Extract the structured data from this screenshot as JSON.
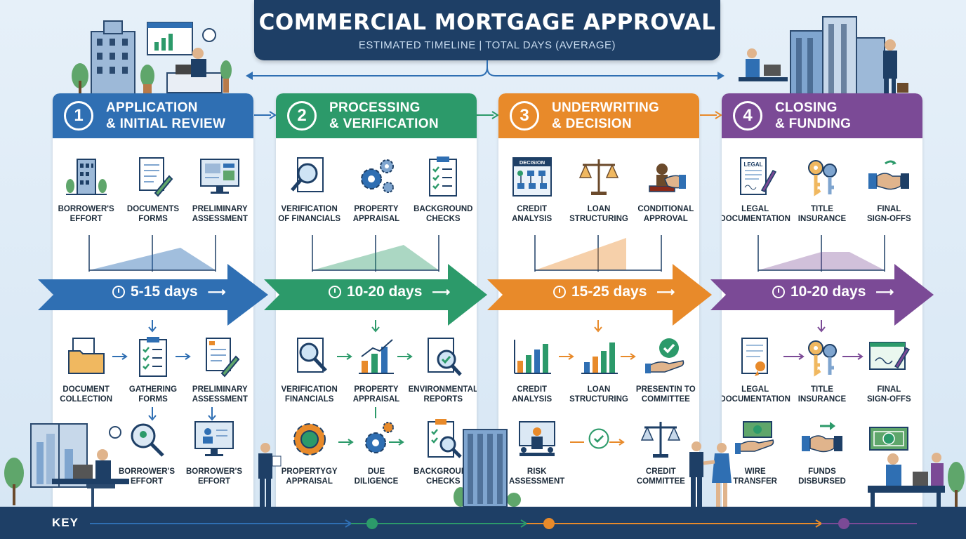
{
  "header": {
    "title": "COMMERCIAL MORTGAGE APPROVAL",
    "subtitle": "ESTIMATED TIMELINE | TOTAL DAYS (AVERAGE)"
  },
  "colors": {
    "phase1": "#2f6fb3",
    "phase2": "#2c9a6a",
    "phase3": "#e88a2a",
    "phase4": "#7b4a96",
    "navy": "#1e3f66"
  },
  "phases": [
    {
      "number": "1",
      "name_line1": "APPLICATION",
      "name_line2": "& INITIAL REVIEW",
      "duration": "5-15 days",
      "top_items": [
        {
          "line1": "BORROWER'S",
          "line2": "EFFORT",
          "icon": "building-icon"
        },
        {
          "line1": "DOCUMENTS",
          "line2": "FORMS",
          "icon": "document-pen-icon"
        },
        {
          "line1": "PRELIMINARY",
          "line2": "ASSESSMENT",
          "icon": "monitor-chart-icon"
        }
      ],
      "mid_items": [
        {
          "line1": "DOCUMENT",
          "line2": "COLLECTION",
          "icon": "folder-icon"
        },
        {
          "line1": "GATHERING",
          "line2": "FORMS",
          "icon": "clipboard-check-icon"
        },
        {
          "line1": "PRELIMINARY",
          "line2": "ASSESSMENT",
          "icon": "document-pen-icon"
        }
      ],
      "bot_items": [
        {
          "line1": "BORROWER'S",
          "line2": "EFFORT",
          "icon": "magnifier-icon"
        },
        {
          "line1": "BORROWER'S",
          "line2": "EFFORT",
          "icon": "monitor-profile-icon"
        }
      ]
    },
    {
      "number": "2",
      "name_line1": "PROCESSING",
      "name_line2": "& VERIFICATION",
      "duration": "10-20 days",
      "top_items": [
        {
          "line1": "VERIFICATION",
          "line2": "OF FINANCIALS",
          "icon": "magnifier-document-icon"
        },
        {
          "line1": "PROPERTY",
          "line2": "APPRAISAL",
          "icon": "gears-icon"
        },
        {
          "line1": "BACKGROUND",
          "line2": "CHECKS",
          "icon": "clipboard-check-icon"
        }
      ],
      "mid_items": [
        {
          "line1": "VERIFICATION",
          "line2": "FINANCIALS",
          "icon": "magnifier-document-icon"
        },
        {
          "line1": "PROPERTY",
          "line2": "APPRAISAL",
          "icon": "bar-chart-icon"
        },
        {
          "line1": "ENVIRONMENTAL",
          "line2": "REPORTS",
          "icon": "report-magnifier-icon"
        }
      ],
      "bot_items": [
        {
          "line1": "PROPERTYGY",
          "line2": "APPRAISAL",
          "icon": "gear-icon"
        },
        {
          "line1": "DUE",
          "line2": "DILIGENCE",
          "icon": "gears-icon"
        },
        {
          "line1": "BACKGROUND",
          "line2": "CHECKS",
          "icon": "clipboard-magnifier-icon"
        }
      ]
    },
    {
      "number": "3",
      "name_line1": "UNDERWRITING",
      "name_line2": "& DECISION",
      "duration": "15-25 days",
      "top_items": [
        {
          "line1": "CREDIT",
          "line2": "ANALYSIS",
          "icon": "decision-flowchart-icon",
          "badge": "DECISION"
        },
        {
          "line1": "LOAN",
          "line2": "STRUCTURING",
          "icon": "scales-icon"
        },
        {
          "line1": "CONDITIONAL",
          "line2": "APPROVAL",
          "icon": "stamp-icon"
        }
      ],
      "mid_items": [
        {
          "line1": "CREDIT",
          "line2": "ANALYSIS",
          "icon": "bar-chart-icon"
        },
        {
          "line1": "LOAN",
          "line2": "STRUCTURING",
          "icon": "bar-chart-icon"
        },
        {
          "line1": "PRESENTIN TO",
          "line2": "COMMITTEE",
          "icon": "hand-check-icon"
        }
      ],
      "bot_items": [
        {
          "line1": "RISK",
          "line2": "ASSESSMENT",
          "icon": "presenter-icon"
        },
        {
          "line1": "CREDIT",
          "line2": "COMMITTEE",
          "icon": "scales-icon"
        }
      ]
    },
    {
      "number": "4",
      "name_line1": "CLOSING",
      "name_line2": "& FUNDING",
      "duration": "10-20 days",
      "top_items": [
        {
          "line1": "LEGAL",
          "line2": "DOCUMENTATION",
          "icon": "legal-document-icon",
          "badge": "LEGAL"
        },
        {
          "line1": "TITLE",
          "line2": "INSURANCE",
          "icon": "keys-icon"
        },
        {
          "line1": "FINAL",
          "line2": "SIGN-OFFS",
          "icon": "handshake-icon"
        }
      ],
      "mid_items": [
        {
          "line1": "LEGAL",
          "line2": "DOCUMENTATION",
          "icon": "legal-document-icon"
        },
        {
          "line1": "TITLE",
          "line2": "INSURANCE",
          "icon": "keys-icon"
        },
        {
          "line1": "FINAL",
          "line2": "SIGN-OFFS",
          "icon": "certificate-icon"
        }
      ],
      "bot_items": [
        {
          "line1": "WIRE",
          "line2": "TRANSFER",
          "icon": "money-hand-icon"
        },
        {
          "line1": "FUNDS",
          "line2": "DISBURSED",
          "icon": "handshake-icon"
        },
        {
          "line1": "",
          "line2": "",
          "icon": "money-bill-icon"
        }
      ]
    }
  ],
  "key": {
    "label": "KEY"
  }
}
